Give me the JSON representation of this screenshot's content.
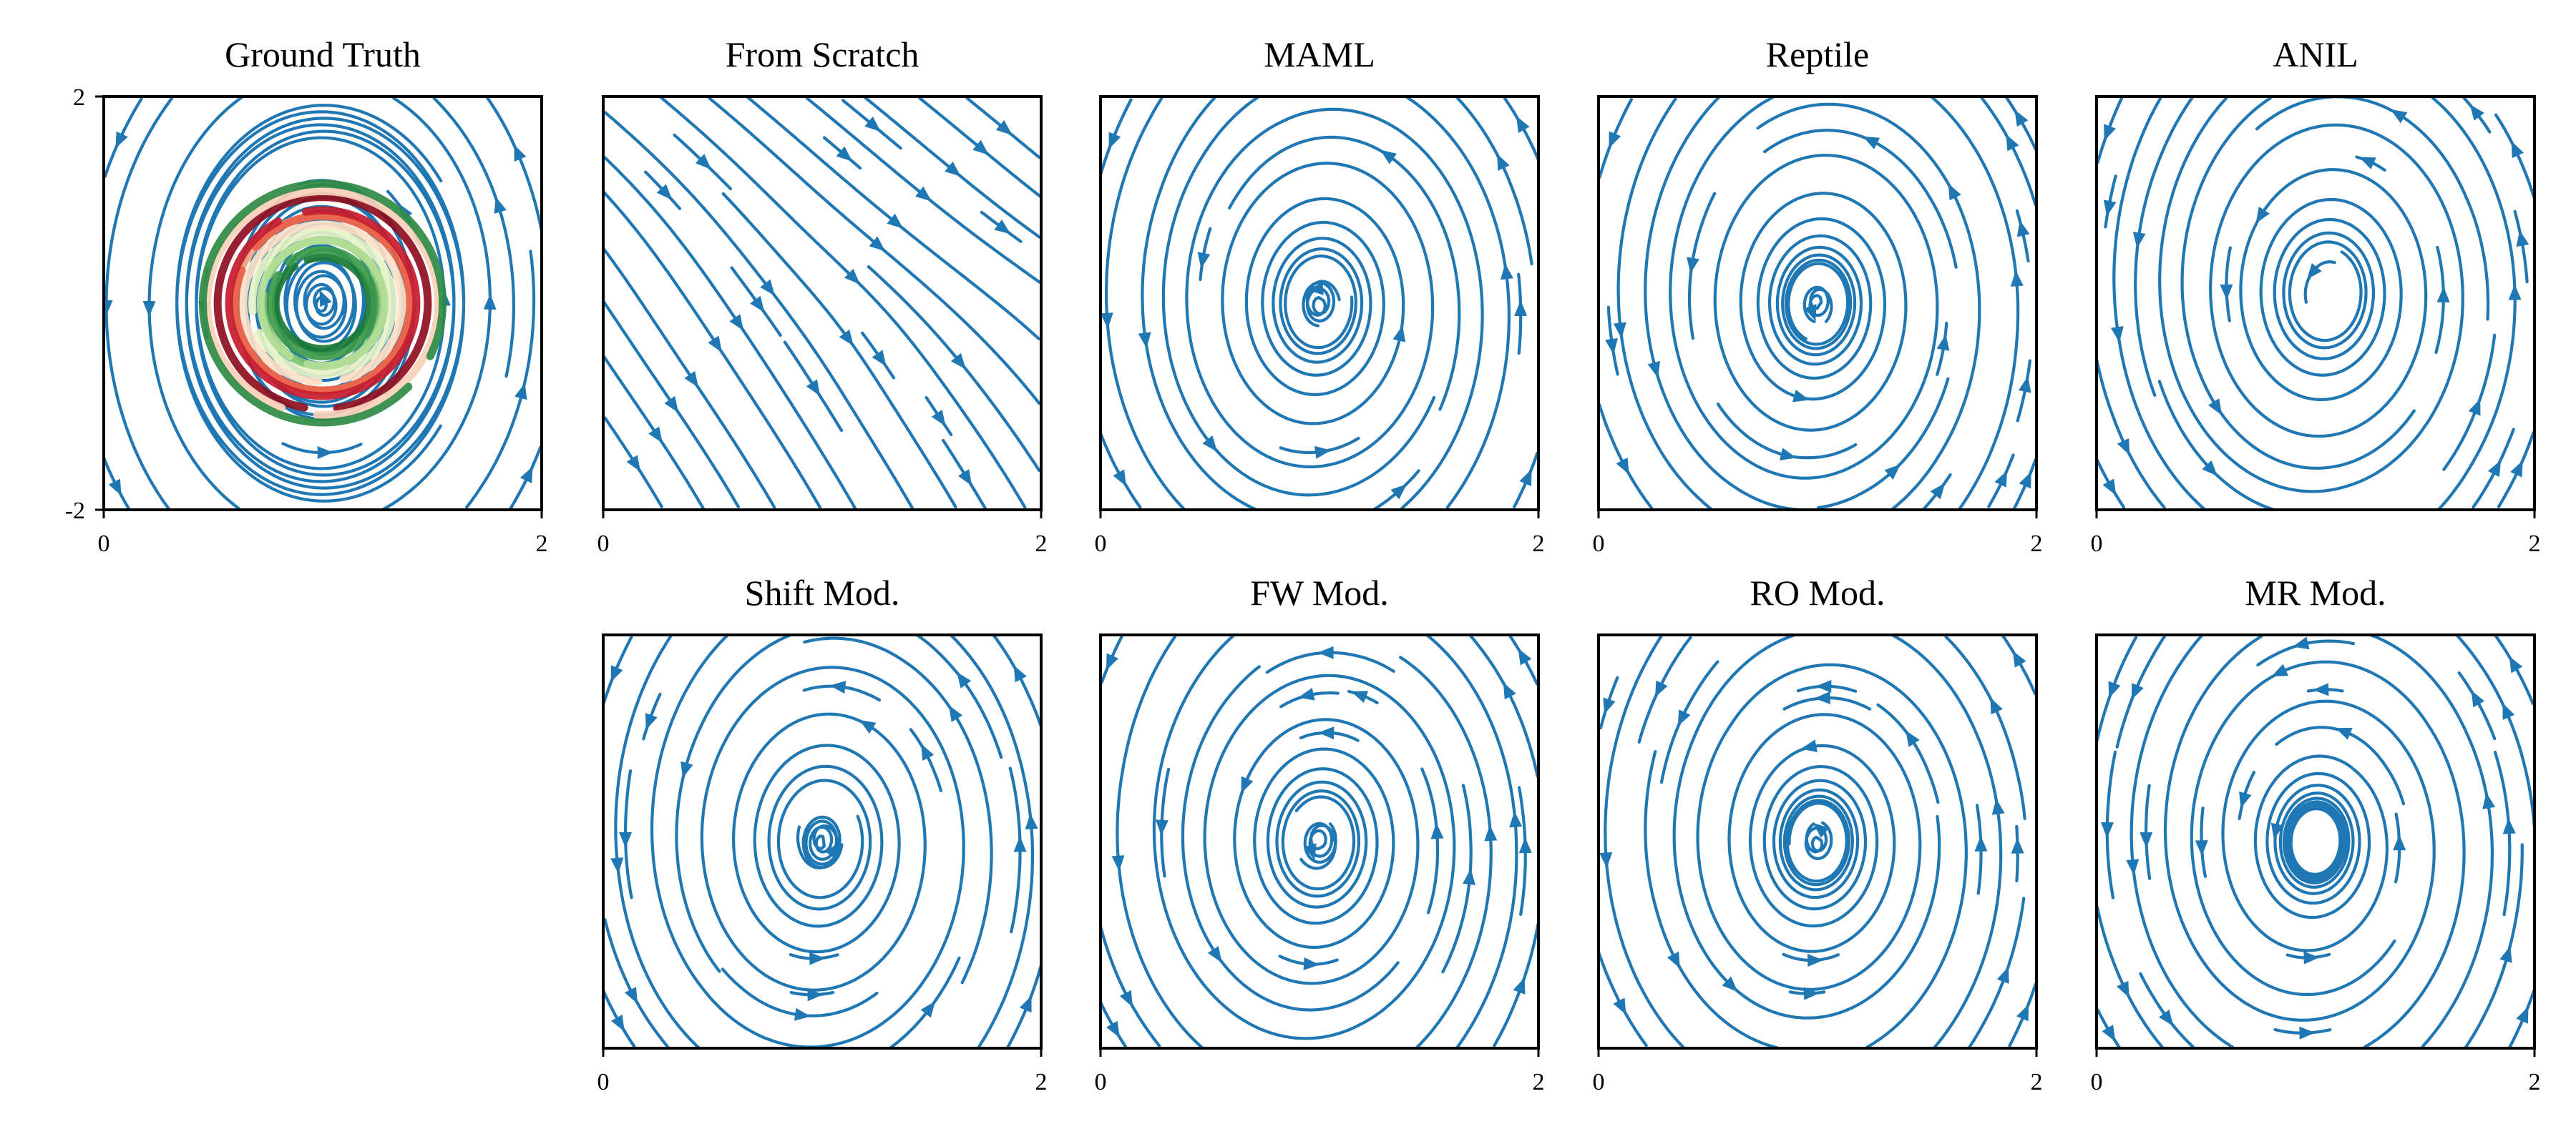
{
  "chart_data": [
    {
      "id": "gt",
      "type": "streamplot",
      "title": "Ground Truth",
      "xlim": [
        0,
        2
      ],
      "ylim": [
        -2,
        2
      ],
      "x_ticks": [
        "0",
        "2"
      ],
      "y_ticks": [
        "2",
        "-2"
      ],
      "center": [
        1.0,
        0.0
      ],
      "sense": "ccw",
      "field": "closed_orbits",
      "trajectories_overlay": true
    },
    {
      "id": "scratch",
      "type": "streamplot",
      "title": "From Scratch",
      "xlim": [
        0,
        2
      ],
      "ylim": [
        -2,
        2
      ],
      "x_ticks": [
        "0",
        "2"
      ],
      "field": "diagonal_shear"
    },
    {
      "id": "maml",
      "type": "streamplot",
      "title": "MAML",
      "xlim": [
        0,
        2
      ],
      "ylim": [
        -2,
        2
      ],
      "x_ticks": [
        "0",
        "2"
      ],
      "center": [
        1.0,
        0.0
      ],
      "sense": "ccw",
      "field": "spiral"
    },
    {
      "id": "reptile",
      "type": "streamplot",
      "title": "Reptile",
      "xlim": [
        0,
        2
      ],
      "ylim": [
        -2,
        2
      ],
      "x_ticks": [
        "0",
        "2"
      ],
      "center": [
        1.0,
        0.0
      ],
      "sense": "ccw",
      "field": "spiral"
    },
    {
      "id": "anil",
      "type": "streamplot",
      "title": "ANIL",
      "xlim": [
        0,
        2
      ],
      "ylim": [
        -2,
        2
      ],
      "x_ticks": [
        "0",
        "2"
      ],
      "center": [
        1.05,
        0.1
      ],
      "sense": "ccw",
      "field": "spiral"
    },
    {
      "id": "shift",
      "type": "streamplot",
      "title": "Shift Mod.",
      "xlim": [
        0,
        2
      ],
      "ylim": [
        -2,
        2
      ],
      "x_ticks": [
        "0",
        "2"
      ],
      "center": [
        1.0,
        0.0
      ],
      "sense": "ccw",
      "field": "spiral"
    },
    {
      "id": "fw",
      "type": "streamplot",
      "title": "FW Mod.",
      "xlim": [
        0,
        2
      ],
      "ylim": [
        -2,
        2
      ],
      "x_ticks": [
        "0",
        "2"
      ],
      "center": [
        1.0,
        0.0
      ],
      "sense": "ccw",
      "field": "spiral"
    },
    {
      "id": "ro",
      "type": "streamplot",
      "title": "RO Mod.",
      "xlim": [
        0,
        2
      ],
      "ylim": [
        -2,
        2
      ],
      "x_ticks": [
        "0",
        "2"
      ],
      "center": [
        1.0,
        0.0
      ],
      "sense": "ccw",
      "field": "spiral"
    },
    {
      "id": "mr",
      "type": "streamplot",
      "title": "MR Mod.",
      "xlim": [
        0,
        2
      ],
      "ylim": [
        -2,
        2
      ],
      "x_ticks": [
        "0",
        "2"
      ],
      "center": [
        1.0,
        0.0
      ],
      "sense": "ccw",
      "field": "spiral"
    }
  ],
  "colors": {
    "stream": "#1f77b4",
    "trajectories": [
      "#1a7a35",
      "#3d9a4a",
      "#7cc46e",
      "#b5de98",
      "#e6f2c4",
      "#fde0c4",
      "#f4a582",
      "#e8604a",
      "#c51b2c",
      "#8e0e1e",
      "#fbd0b8",
      "#2f8b45"
    ]
  }
}
